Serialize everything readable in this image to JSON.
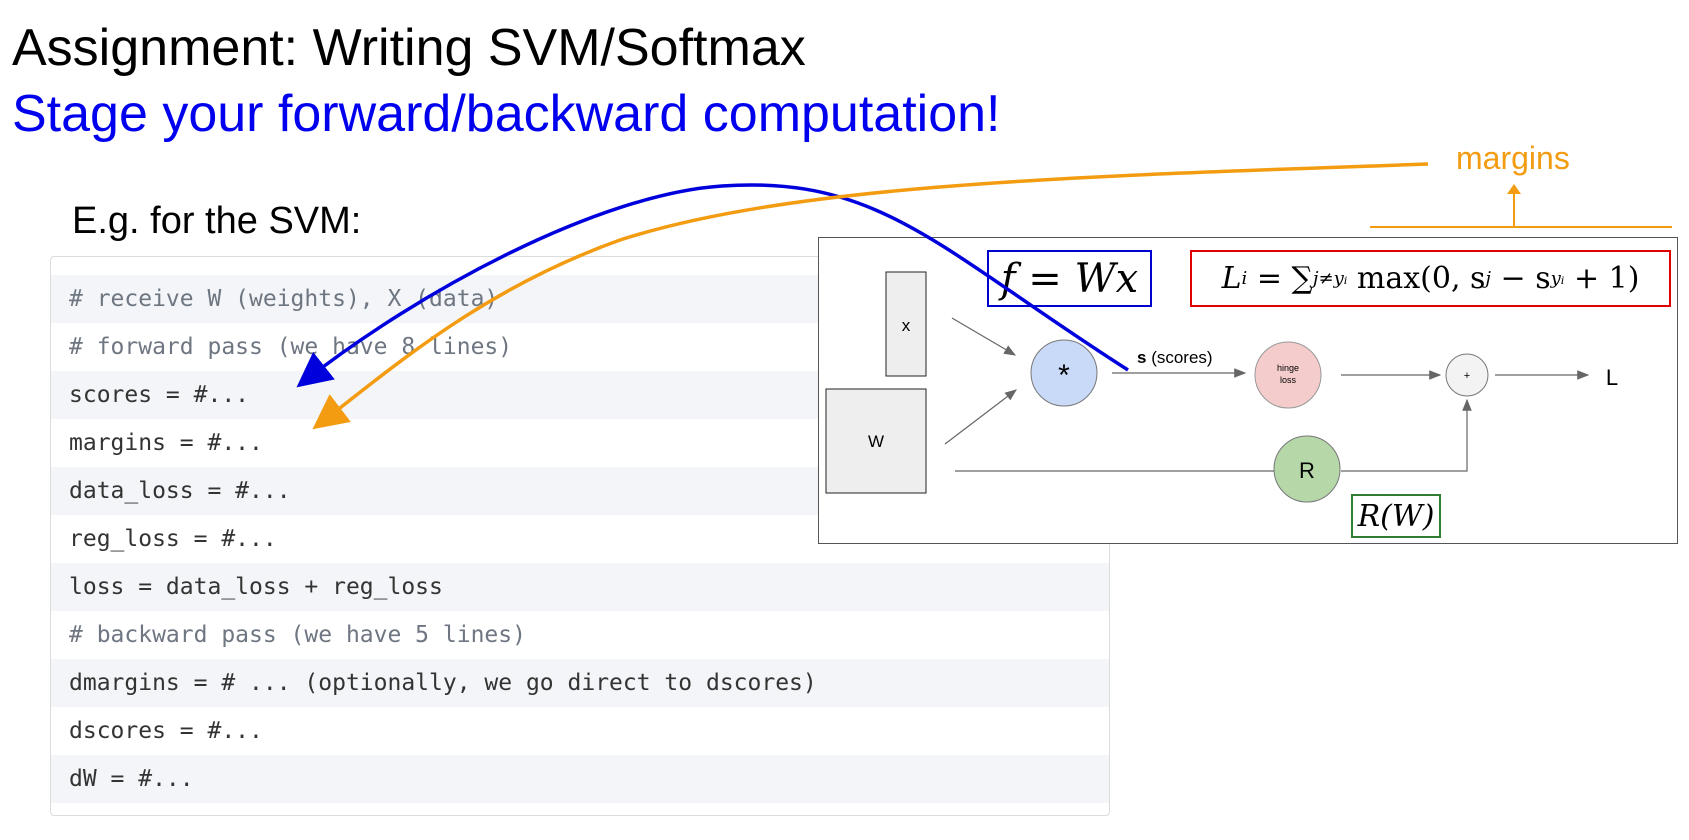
{
  "title": "Assignment: Writing SVM/Softmax",
  "subtitle": "Stage your forward/backward computation!",
  "example_label": "E.g. for the SVM:",
  "margins_annotation": "margins",
  "code_lines": [
    {
      "text": "# receive W (weights), X (data)",
      "kind": "comment"
    },
    {
      "text": "# forward pass (we have 8 lines)",
      "kind": "comment"
    },
    {
      "text": "scores = #...",
      "kind": "code"
    },
    {
      "text": "margins = #...",
      "kind": "code"
    },
    {
      "text": "data_loss = #...",
      "kind": "code"
    },
    {
      "text": "reg_loss = #...",
      "kind": "code"
    },
    {
      "text": "loss = data_loss + reg_loss",
      "kind": "code"
    },
    {
      "text": "# backward pass (we have 5 lines)",
      "kind": "comment"
    },
    {
      "text": "dmargins = # ... (optionally, we go direct to dscores)",
      "kind": "code"
    },
    {
      "text": "dscores = #...",
      "kind": "code"
    },
    {
      "text": "dW = #...",
      "kind": "code"
    }
  ],
  "graph": {
    "x_label": "x",
    "w_label": "W",
    "multiply_label": "*",
    "scores_bold": "s",
    "scores_rest": " (scores)",
    "hinge_line1": "hinge",
    "hinge_line2": "loss",
    "add_label": "+",
    "output_label": "L",
    "reg_label": "R"
  },
  "formulas": {
    "f_lhs": "f",
    "f_eq": " = ",
    "f_rhs": "Wx",
    "loss_L": "L",
    "loss_i": "i",
    "loss_eq": " = ∑",
    "loss_sub": "j≠yᵢ",
    "loss_max": " max(0, s",
    "loss_j": "j",
    "loss_minus": " − s",
    "loss_yi": "yᵢ",
    "loss_end": " + 1)",
    "reg": "R(W)"
  },
  "colors": {
    "title": "#000000",
    "subtitle": "#0000ee",
    "margins_orange": "#f39c12",
    "scores_blue": "#0000dd",
    "f_box": "#0000cc",
    "loss_box": "#e00000",
    "reg_box": "#2e7d32",
    "multiply_fill": "#c9daf8",
    "hinge_fill": "#f4cccc",
    "reg_fill": "#b6d7a8"
  }
}
